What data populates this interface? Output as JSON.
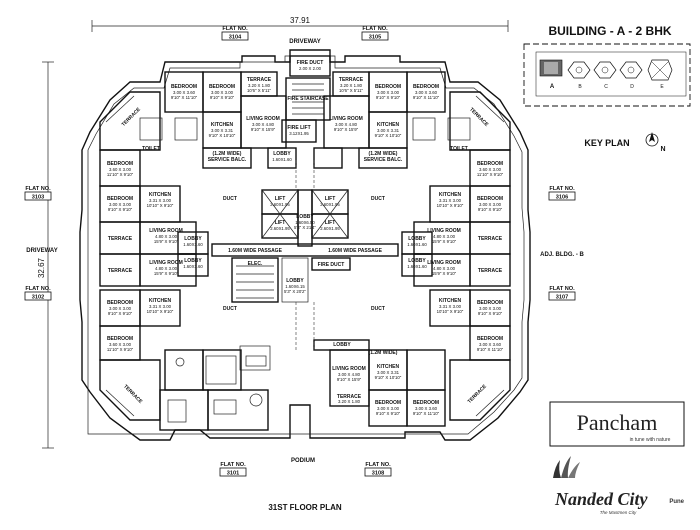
{
  "title": "BUILDING - A - 2 BHK",
  "floor_plan_label": "31ST FLOOR PLAN",
  "key_plan_label": "KEY PLAN",
  "north_label": "N",
  "dims": {
    "width": "37.91",
    "height": "32.67"
  },
  "side_labels": {
    "driveway_top": "DRIVEWAY",
    "driveway_left": "DRIVEWAY",
    "podium": "PODIUM",
    "adj_bldg": "ADJ. BLDG. - B"
  },
  "flat_label": "FLAT NO.",
  "flats": {
    "f3104": "3104",
    "f3105": "3105",
    "f3103": "3103",
    "f3106": "3106",
    "f3102": "3102",
    "f3107": "3107",
    "f3101": "3101",
    "f3108": "3108"
  },
  "core": {
    "lift": "LIFT",
    "lift_dims": [
      "2.60X1.95",
      "2.60X1.95",
      "2.60X1.95",
      "2.60X1.95"
    ],
    "lobby": "LOBBY",
    "lobby_dim": "1.60X6.50",
    "lobby_dim2": "5'3\" X 21'4\"",
    "duct": "DUCT",
    "passage": "1.60M WIDE PASSAGE",
    "elec": "ELEC.",
    "fire_duct": "FIRE DUCT",
    "fire_duct_dim": "2.00 X 2.00",
    "fire_staircase": "FIRE STAIRCASE",
    "fire_lift": "FIRE LIFT",
    "fire_lift_dim": "3.12X1.95",
    "lobby_bottom_dim": "1.60X6.15",
    "lobby_bottom_dim2": "5'3\" X 20'2\""
  },
  "rooms": {
    "bedroom": "BEDROOM",
    "kitchen": "KITCHEN",
    "living": "LIVING ROOM",
    "terrace": "TERRACE",
    "lobby": "LOBBY",
    "service": "SERVICE BALC.",
    "wide": "(1.2M WIDE)",
    "toilet": "TOILET",
    "bed_dim_a": "3.00 X 3.60",
    "bed_dim_a2": "9'10\" X 11'10\"",
    "bed_dim_b": "3.00 X 3.00",
    "bed_dim_b2": "9'10\" X 9'10\"",
    "bed_dim_c": "3.60 X 3.00",
    "bed_dim_c2": "11'10\" X 9'10\"",
    "kit_dim": "3.00 X 3.31",
    "kit_dim2": "9'10\" X 10'10\"",
    "kit_dim_s": "3.31 X 3.00",
    "kit_dim_s2": "10'10\" X 9'10\"",
    "liv_dim": "3.00 X 4.80",
    "liv_dim2": "9'10\" X 15'9\"",
    "liv_dim_s": "4.80 X 3.00",
    "liv_dim_s2": "15'9\" X 9'10\"",
    "ter_dim": "3.20 X 1.80",
    "ter_dim2": "10'6\" X 5'11\"",
    "lobby_dim": "1.60X1.60",
    "lobby_dim2": "5'3\" X 5'3\""
  },
  "key_plan_letters": [
    "A",
    "B",
    "C",
    "D",
    "E"
  ],
  "brand": {
    "pancham": "Pancham",
    "pancham_tag": "in tune with nature",
    "nanded": "Nanded City",
    "nanded_city": "Pune",
    "nanded_tag": "The Mastmen City"
  }
}
